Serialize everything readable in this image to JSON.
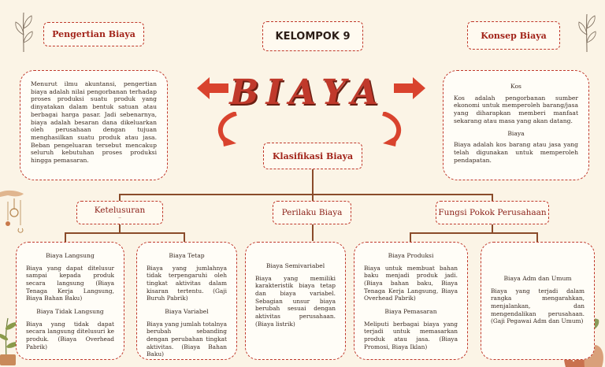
{
  "header": {
    "group": "KELOMPOK 9",
    "left_title": "Pengertian Biaya",
    "right_title": "Konsep Biaya",
    "main_word": "BIAYA"
  },
  "pengertian": {
    "text": "Menurut ilmu akuntansi, pengertian biaya adalah nilai pengorbanan terhadap proses produksi suatu produk yang dinyatakan dalam bentuk satuan atau berbagai harga pasar. Jadi sebenarnya, biaya adalah besaran dana dikeluarkan oleh perusahaan dengan tujuan menghasilkan suatu produk atau jasa. Beban pengeluaran tersebut mencakup seluruh kebutuhan proses produksi hingga pemasaran."
  },
  "konsep": {
    "h1": "Kos",
    "t1": "Kos adalah pengorbanan sumber ekonomi untuk memperoleh barang/jasa yang diharapkan memberi manfaat sekarang atau masa yang akan datang.",
    "h2": "Biaya",
    "t2": "Biaya adalah kos barang atau jasa yang telah digunakan untuk memperoleh pendapatan."
  },
  "klasifikasi": "Klasifikasi Biaya",
  "categories": {
    "c1": "Ketelusuran",
    "c1_sub": "..",
    "c2": "Perilaku Biaya",
    "c3": "Fungsi Pokok Perusahaan"
  },
  "cards": {
    "card1": {
      "h1": "Biaya Langsung",
      "t1": "Biaya yang dapat ditelusur sampai kepada produk secara langsung (Biaya Tenaga Kerja Langsung, Biaya Bahan Baku)",
      "h2": "Biaya Tidak Langsung",
      "t2": "Biaya yang tidak dapat secara langsung ditelusuri ke produk. (Biaya Overhead Pabrik)"
    },
    "card2": {
      "h1": "Biaya Tetap",
      "t1": "Biaya yang jumlahnya tidak terpengaruhi oleh tingkat aktivitas dalam kisaran tertentu. (Gaji Buruh Pabrik)",
      "h2": "Biaya Variabel",
      "t2": "Biaya yang jumlah totalnya berubah sebanding dengan perubahan tingkat aktivitas. (Biaya Bahan Baku)"
    },
    "card3": {
      "h1": "Biaya Semivariabel",
      "t1": "Biaya yang memiliki karakteristik biaya tetap dan biaya variabel. Sebagian unsur biaya berubah sesuai dengan aktivitas perusahaan. (Biaya listrik)"
    },
    "card4": {
      "h1": "Biaya Produksi",
      "t1": "Biaya untuk membuat bahan baku menjadi produk jadi. (Biaya bahan baku, Biaya Tenaga Kerja Langsung, Biaya Overhead Pabrik)",
      "h2": "Biaya Pemasaran",
      "t2": "Meliputi berbagai biaya yang terjadi untuk memasarkan produk atau jasa. (Biaya Promosi, Biaya Iklan)"
    },
    "card5": {
      "h1": "Biaya Adm dan Umum",
      "t1": "Biaya yang terjadi dalam rangka mengarahkan, menjalankan, dan mengendalikan perusahaan. (Gaji Pegawai Adm dan Umum)"
    }
  },
  "colors": {
    "accent": "#c0392b",
    "title_red": "#a2241a",
    "background": "#fbf4e6",
    "connector": "#8a4b2a"
  }
}
